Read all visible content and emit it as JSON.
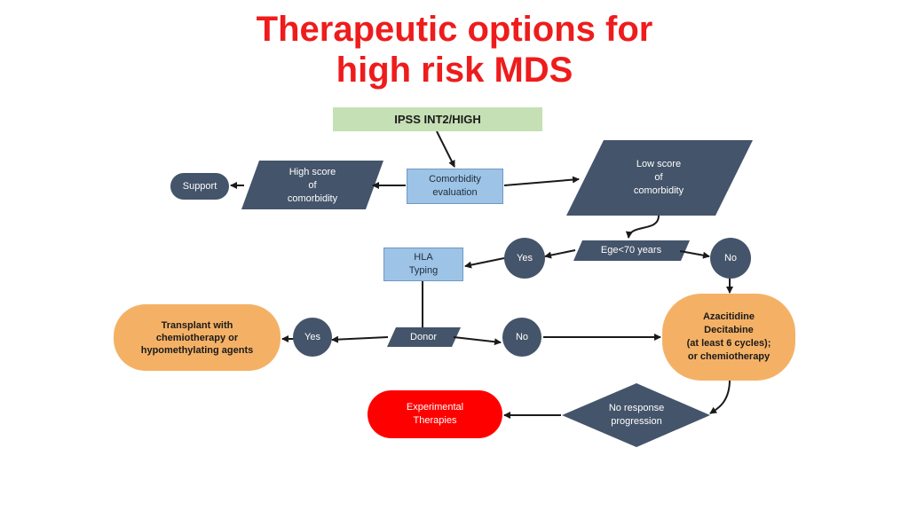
{
  "title": {
    "line1": "Therapeutic options for",
    "line2": "high risk MDS"
  },
  "nodes": {
    "ipss": "IPSS INT2/HIGH",
    "comorbidity_eval": {
      "l1": "Comorbidity",
      "l2": "evaluation"
    },
    "high_score": {
      "l1": "High score",
      "l2": "of",
      "l3": "comorbidity"
    },
    "support": "Support",
    "low_score": {
      "l1": "Low score",
      "l2": "of",
      "l3": "comorbidity"
    },
    "age": "Ege<70 years",
    "yes_age": "Yes",
    "no_age": "No",
    "hla": {
      "l1": "HLA",
      "l2": "Typing"
    },
    "donor": "Donor",
    "yes_donor": "Yes",
    "no_donor": "No",
    "transplant": {
      "l1": "Transplant with",
      "l2": "chemiotherapy or",
      "l3": "hypomethylating agents"
    },
    "aza": {
      "l1": "Azacitidine",
      "l2": "Decitabine",
      "l3": "(at least 6 cycles);",
      "l4": "or chemiotherapy"
    },
    "no_response": {
      "l1": "No response",
      "l2": "progression"
    },
    "experimental": {
      "l1": "Experimental",
      "l2": "Therapies"
    }
  },
  "colors": {
    "title": "#ee1c1c",
    "slate": "#44546a",
    "green": "#c5e0b4",
    "blue": "#9dc3e6",
    "orange": "#f4b166",
    "red": "#ff0000"
  }
}
